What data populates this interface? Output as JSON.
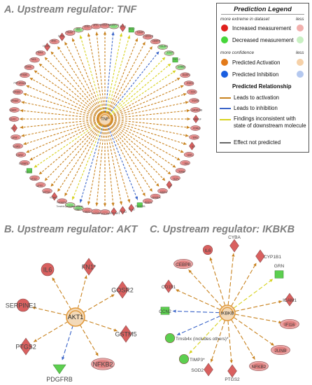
{
  "panels": {
    "a_title": "A. Upstream regulator: TNF",
    "b_title": "B. Upstream regulator: AKT",
    "c_title": "C. Upstream regulator: IKBKB"
  },
  "legend": {
    "title": "Prediction Legend",
    "extreme": "more extreme in dataset",
    "less": "less",
    "increased": "Increased measurement",
    "decreased": "Decreased measurement",
    "confidence": "more confidence",
    "less2": "less",
    "activation": "Predicted Activation",
    "inhibition": "Predicted Inhibition",
    "relationship": "Predicted Relationship",
    "leads_activation": "Leads to activation",
    "leads_inhibition": "Leads to inhibition",
    "inconsistent": "Findings inconsistent with state of downstream molecule",
    "not_predicted": "Effect not predicted"
  },
  "colors": {
    "activation_edge": "#c8821e",
    "inhibition_edge": "#3a64c8",
    "inconsistent_edge": "#d7d21e",
    "not_predicted_edge": "#666666",
    "increased": "#d9605f",
    "increased_light": "#eaa6a6",
    "decreased": "#5ccf4f",
    "decreased_light": "#b8e6b2",
    "activation_hub": "#e29a3c",
    "inhibition_hub": "#3c72c8",
    "title_grey": "#7f7f7f"
  },
  "network_a": {
    "hub": "TNF",
    "targets": [
      {
        "label": "ADAMTS1",
        "shape": "oval",
        "reg": "up",
        "edge": "activation"
      },
      {
        "label": "ANGPT2",
        "shape": "oval",
        "reg": "down",
        "edge": "inhibition"
      },
      {
        "label": "BCL3",
        "shape": "diamond",
        "reg": "up",
        "edge": "inconsistent"
      },
      {
        "label": "CCL2",
        "shape": "square",
        "reg": "down",
        "edge": "inconsistent"
      },
      {
        "label": "CD44",
        "shape": "oval",
        "reg": "up",
        "edge": "activation"
      },
      {
        "label": "CDKN1A",
        "shape": "oval",
        "reg": "up",
        "edge": "activation"
      },
      {
        "label": "CEBPD",
        "shape": "oval",
        "reg": "up",
        "edge": "activation"
      },
      {
        "label": "COL4A1",
        "shape": "oval",
        "reg": "down",
        "edge": "inhibition"
      },
      {
        "label": "CTGF",
        "shape": "oval",
        "reg": "down",
        "edge": "inconsistent"
      },
      {
        "label": "CXCL2",
        "shape": "square",
        "reg": "down",
        "edge": "inconsistent"
      },
      {
        "label": "CYR61",
        "shape": "oval",
        "reg": "down",
        "edge": "inconsistent"
      },
      {
        "label": "DUSP1",
        "shape": "oval",
        "reg": "up",
        "edge": "activation"
      },
      {
        "label": "EGR1",
        "shape": "oval",
        "reg": "up",
        "edge": "activation"
      },
      {
        "label": "FOS",
        "shape": "oval",
        "reg": "up",
        "edge": "activation"
      },
      {
        "label": "FOSB",
        "shape": "oval",
        "reg": "up",
        "edge": "activation"
      },
      {
        "label": "GADD45B",
        "shape": "oval",
        "reg": "up",
        "edge": "activation"
      },
      {
        "label": "HBEGF",
        "shape": "diamond",
        "reg": "up",
        "edge": "activation"
      },
      {
        "label": "ICAM1",
        "shape": "oval",
        "reg": "up",
        "edge": "activation"
      },
      {
        "label": "IER3",
        "shape": "oval",
        "reg": "up",
        "edge": "activation"
      },
      {
        "label": "IL6",
        "shape": "diamond",
        "reg": "up",
        "edge": "activation"
      },
      {
        "label": "IRF1",
        "shape": "oval",
        "reg": "up",
        "edge": "activation"
      },
      {
        "label": "JUN",
        "shape": "oval",
        "reg": "up",
        "edge": "activation"
      },
      {
        "label": "JUNB",
        "shape": "oval",
        "reg": "up",
        "edge": "activation"
      },
      {
        "label": "KLF4",
        "shape": "oval",
        "reg": "up",
        "edge": "activation"
      },
      {
        "label": "LIF",
        "shape": "diamond",
        "reg": "up",
        "edge": "activation"
      },
      {
        "label": "MMP3",
        "shape": "oval",
        "reg": "up",
        "edge": "activation"
      },
      {
        "label": "NFKBIA",
        "shape": "oval",
        "reg": "up",
        "edge": "activation"
      },
      {
        "label": "NR4A1",
        "shape": "oval",
        "reg": "up",
        "edge": "activation"
      },
      {
        "label": "PDGFRB",
        "shape": "square",
        "reg": "down",
        "edge": "inhibition"
      },
      {
        "label": "PLAU",
        "shape": "diamond",
        "reg": "up",
        "edge": "activation"
      },
      {
        "label": "PTGS2",
        "shape": "diamond",
        "reg": "up",
        "edge": "activation"
      },
      {
        "label": "SERPINE1",
        "shape": "diamond",
        "reg": "up",
        "edge": "activation"
      },
      {
        "label": "SOCS3",
        "shape": "oval",
        "reg": "up",
        "edge": "activation"
      },
      {
        "label": "SLC7A5",
        "shape": "oval",
        "reg": "up",
        "edge": "activation"
      },
      {
        "label": "THBS1",
        "shape": "oval",
        "reg": "up",
        "edge": "activation"
      },
      {
        "label": "TIMP3",
        "shape": "oval",
        "reg": "down",
        "edge": "inhibition"
      },
      {
        "label": "Tmsb4x (includes others)",
        "shape": "oval",
        "reg": "down",
        "edge": "inconsistent"
      },
      {
        "label": "TNFAIP3",
        "shape": "oval",
        "reg": "up",
        "edge": "activation"
      },
      {
        "label": "VCAM1",
        "shape": "diamond",
        "reg": "up",
        "edge": "activation"
      },
      {
        "label": "ZFP36",
        "shape": "oval",
        "reg": "up",
        "edge": "activation"
      },
      {
        "label": "ATF3",
        "shape": "oval",
        "reg": "up",
        "edge": "activation"
      },
      {
        "label": "BTG2",
        "shape": "oval",
        "reg": "up",
        "edge": "activation"
      },
      {
        "label": "CCL7",
        "shape": "square",
        "reg": "down",
        "edge": "inconsistent"
      },
      {
        "label": "CSRNP1",
        "shape": "oval",
        "reg": "up",
        "edge": "activation"
      },
      {
        "label": "EGR2",
        "shape": "oval",
        "reg": "up",
        "edge": "activation"
      },
      {
        "label": "EGR3",
        "shape": "oval",
        "reg": "up",
        "edge": "activation"
      },
      {
        "label": "GEM",
        "shape": "oval",
        "reg": "up",
        "edge": "activation"
      },
      {
        "label": "IL11",
        "shape": "diamond",
        "reg": "up",
        "edge": "activation"
      },
      {
        "label": "KLF2",
        "shape": "oval",
        "reg": "up",
        "edge": "activation"
      },
      {
        "label": "MAFF",
        "shape": "oval",
        "reg": "up",
        "edge": "activation"
      },
      {
        "label": "NR4A2",
        "shape": "oval",
        "reg": "up",
        "edge": "activation"
      },
      {
        "label": "NR4A3",
        "shape": "oval",
        "reg": "up",
        "edge": "activation"
      },
      {
        "label": "PPP1R15A",
        "shape": "oval",
        "reg": "up",
        "edge": "activation"
      },
      {
        "label": "RHOB",
        "shape": "oval",
        "reg": "up",
        "edge": "activation"
      },
      {
        "label": "SGK1",
        "shape": "oval",
        "reg": "up",
        "edge": "activation"
      },
      {
        "label": "SIK1",
        "shape": "oval",
        "reg": "up",
        "edge": "activation"
      },
      {
        "label": "TRIB1",
        "shape": "oval",
        "reg": "up",
        "edge": "activation"
      },
      {
        "label": "VEGFA",
        "shape": "diamond",
        "reg": "up",
        "edge": "activation"
      },
      {
        "label": "ARC",
        "shape": "oval",
        "reg": "up",
        "edge": "activation"
      },
      {
        "label": "EDN1",
        "shape": "diamond",
        "reg": "up",
        "edge": "activation"
      },
      {
        "label": "HAS2",
        "shape": "oval",
        "reg": "up",
        "edge": "activation"
      },
      {
        "label": "ID2",
        "shape": "oval",
        "reg": "down",
        "edge": "inconsistent"
      },
      {
        "label": "IER2",
        "shape": "oval",
        "reg": "up",
        "edge": "activation"
      },
      {
        "label": "MYC",
        "shape": "oval",
        "reg": "up",
        "edge": "activation"
      }
    ]
  },
  "network_b": {
    "hub": "AKT1",
    "targets": [
      {
        "label": "IL6",
        "shape": "circle",
        "reg": "up",
        "edge": "activation"
      },
      {
        "label": "FN1*",
        "shape": "diamond",
        "reg": "up",
        "edge": "activation"
      },
      {
        "label": "GOSR2",
        "shape": "diamond",
        "reg": "up",
        "edge": "activation"
      },
      {
        "label": "GSTM5",
        "shape": "diamond",
        "reg": "up",
        "edge": "activation"
      },
      {
        "label": "NFKB2",
        "shape": "oval",
        "reg": "up",
        "edge": "activation"
      },
      {
        "label": "PDGFRB",
        "shape": "vtri",
        "reg": "down",
        "edge": "inhibition"
      },
      {
        "label": "PTGS2",
        "shape": "diamond",
        "reg": "up",
        "edge": "activation"
      },
      {
        "label": "SERPINE1",
        "shape": "circle",
        "reg": "up",
        "edge": "activation"
      }
    ]
  },
  "network_c": {
    "hub": "IKBKB",
    "targets": [
      {
        "label": "CYBA",
        "shape": "diamond",
        "reg": "up",
        "edge": "activation"
      },
      {
        "label": "CYP1B1",
        "shape": "diamond",
        "reg": "up",
        "edge": "activation"
      },
      {
        "label": "GRN",
        "shape": "square",
        "reg": "down",
        "edge": "inconsistent"
      },
      {
        "label": "ICAM1",
        "shape": "diamond",
        "reg": "up",
        "edge": "activation"
      },
      {
        "label": "IFI16",
        "shape": "oval",
        "reg": "up",
        "edge": "activation"
      },
      {
        "label": "JUNB",
        "shape": "oval",
        "reg": "up",
        "edge": "activation"
      },
      {
        "label": "NFKB2",
        "shape": "oval",
        "reg": "up",
        "edge": "activation"
      },
      {
        "label": "PTGS2",
        "shape": "diamond",
        "reg": "up",
        "edge": "activation"
      },
      {
        "label": "SOD2",
        "shape": "diamond",
        "reg": "up",
        "edge": "activation"
      },
      {
        "label": "TIMP3*",
        "shape": "circle",
        "reg": "down",
        "edge": "inconsistent"
      },
      {
        "label": "Tmsb4x (includes others)*",
        "shape": "circle",
        "reg": "down",
        "edge": "inhibition"
      },
      {
        "label": "CCN2",
        "shape": "square",
        "reg": "down",
        "edge": "inhibition"
      },
      {
        "label": "CD151",
        "shape": "diamond",
        "reg": "up",
        "edge": "activation"
      },
      {
        "label": "CEBPB",
        "shape": "oval",
        "reg": "up",
        "edge": "activation"
      },
      {
        "label": "IL6",
        "shape": "circle",
        "reg": "up",
        "edge": "activation"
      }
    ]
  }
}
